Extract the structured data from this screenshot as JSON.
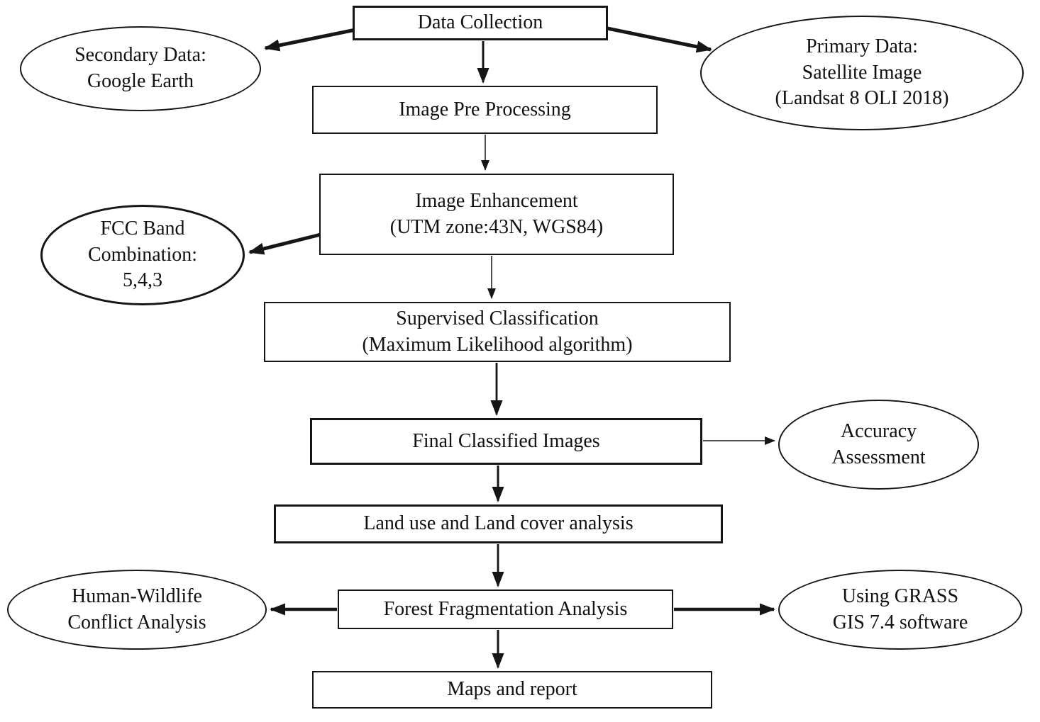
{
  "diagram": {
    "type": "flowchart",
    "colors": {
      "stroke": "#161616",
      "background": "#ffffff",
      "text": "#111111"
    },
    "nodes": {
      "data_collection": "Data Collection",
      "secondary_data": "Secondary Data:\nGoogle Earth",
      "primary_data": "Primary Data:\nSatellite Image\n(Landsat 8 OLI 2018)",
      "image_pre_processing": "Image Pre Processing",
      "image_enhancement": "Image Enhancement\n(UTM zone:43N, WGS84)",
      "fcc_band": "FCC Band\nCombination:\n5,4,3",
      "supervised_classification": "Supervised Classification\n(Maximum Likelihood algorithm)",
      "final_classified_images": "Final Classified Images",
      "accuracy_assessment": "Accuracy\nAssessment",
      "land_use_land_cover": "Land use and Land cover analysis",
      "forest_fragmentation": "Forest Fragmentation Analysis",
      "human_wildlife": "Human-Wildlife\nConflict Analysis",
      "using_grass": "Using GRASS\nGIS 7.4 software",
      "maps_and_report": "Maps and report"
    }
  }
}
